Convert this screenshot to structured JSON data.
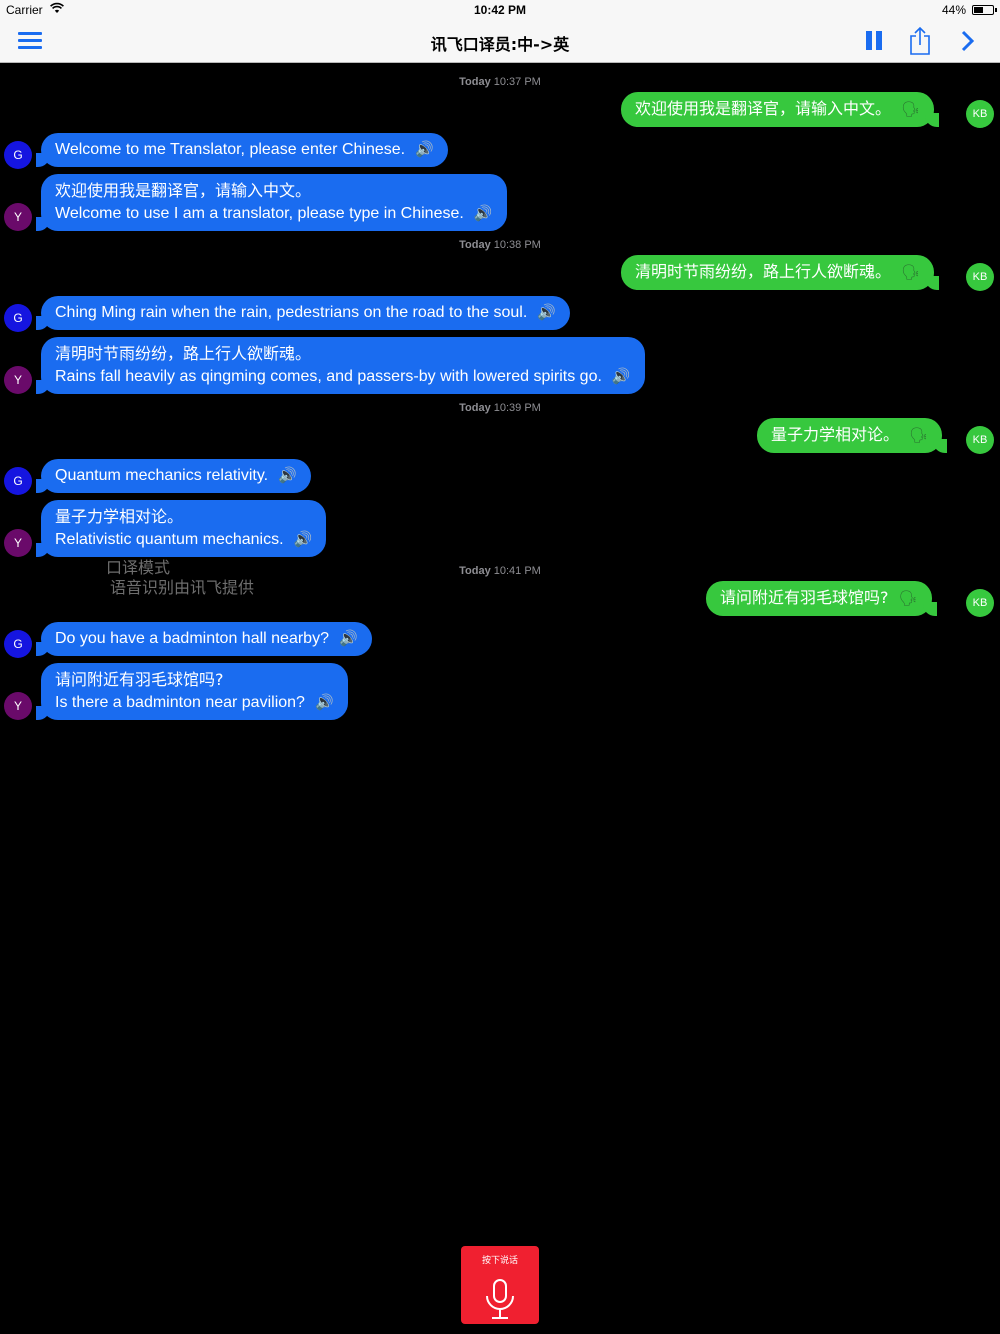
{
  "status_bar": {
    "carrier": "Carrier",
    "time": "10:42 PM",
    "battery": "44%"
  },
  "nav": {
    "title": "讯飞口译员:中->英"
  },
  "colors": {
    "accent": "#1a6cf0",
    "incoming_bubble": "#1a6cf0",
    "outgoing_bubble": "#37c83e",
    "mic_button": "#f02030"
  },
  "messages": [
    {
      "timestamp_day": "Today",
      "timestamp_time": "10:37 PM",
      "sent": "欢迎使用我是翻译官，请输入中文。",
      "g": "Welcome to me Translator, please enter Chinese.",
      "y_cn": "欢迎使用我是翻译官，请输入中文。",
      "y_en": "Welcome to use I am a translator, please type in Chinese."
    },
    {
      "timestamp_day": "Today",
      "timestamp_time": "10:38 PM",
      "sent": "清明时节雨纷纷，路上行人欲断魂。",
      "g": "Ching Ming rain when the rain, pedestrians on the road to the soul.",
      "y_cn": "清明时节雨纷纷，路上行人欲断魂。",
      "y_en": "Rains fall heavily as qingming comes, and passers-by with lowered spirits go."
    },
    {
      "timestamp_day": "Today",
      "timestamp_time": "10:39 PM",
      "sent": "量子力学相对论。",
      "g": "Quantum mechanics relativity.",
      "y_cn": "量子力学相对论。",
      "y_en": "Relativistic quantum mechanics."
    },
    {
      "timestamp_day": "Today",
      "timestamp_time": "10:41 PM",
      "sent": "请问附近有羽毛球馆吗?",
      "g": "Do you have a badminton hall nearby?",
      "y_cn": "请问附近有羽毛球馆吗?",
      "y_en": "Is there a badminton near pavilion?"
    }
  ],
  "avatars": {
    "g": "G",
    "y": "Y",
    "kb": "KB"
  },
  "overlay": {
    "mode": "口译模式",
    "credit": "语音识别由讯飞提供"
  },
  "mic": {
    "label": "按下说话"
  },
  "icons": {
    "menu": "hamburger-menu-icon",
    "pause": "pause-icon",
    "share": "share-icon",
    "next": "chevron-right-icon",
    "speaker": "speaker-icon",
    "tts": "speaking-head-icon",
    "mic": "microphone-icon"
  }
}
